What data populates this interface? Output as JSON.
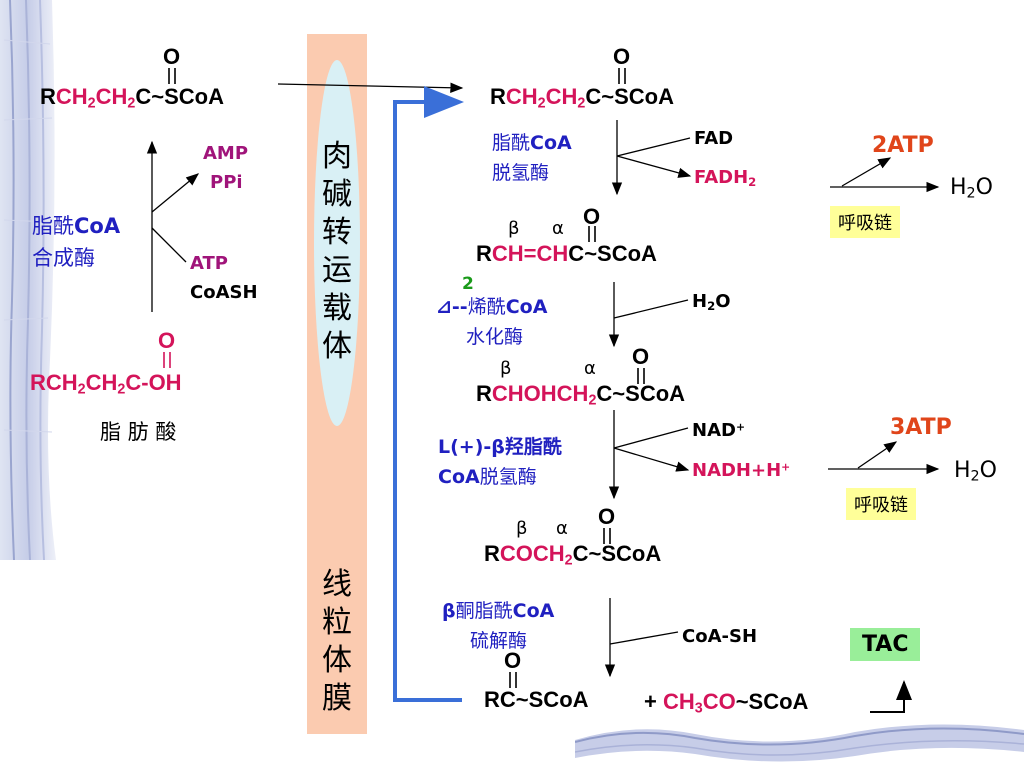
{
  "left": {
    "acyl_o": "O",
    "acyl_R": "R",
    "acyl_ch": "CH",
    "acyl_sub": "2",
    "acyl_c": "C",
    "acyl_tail": "~SCoA",
    "enzyme_line1_cn": "脂酰",
    "enzyme_line1_en": "CoA",
    "enzyme_line2": "合成酶",
    "amp": "AMP",
    "ppi": "PPi",
    "atp": "ATP",
    "coash": "CoASH",
    "fa_o": "O",
    "fa_formula_a": "RCH",
    "fa_formula_b": "CH",
    "fa_formula_c": "C-OH",
    "fa_label": "脂 肪 酸"
  },
  "membrane": {
    "carrier": "肉碱转运载体",
    "label": "线粒体膜"
  },
  "steps": {
    "s1_o": "O",
    "s1_R": "R",
    "s1_ch": "CH",
    "s1_c": "C",
    "s1_tail": "~SCoA",
    "e1_l1_cn": "脂酰",
    "e1_l1_en": "CoA",
    "e1_l2": "脱氢酶",
    "fad": "FAD",
    "fadh": "FADH",
    "atp2": "2ATP",
    "h2o_a": "H",
    "h2o_b": "O",
    "chain1": "呼吸链",
    "beta": "β",
    "alpha": "α",
    "s2_o": "O",
    "s2_R": "R",
    "s2_mid": "CH=CH",
    "s2_c": "C",
    "s2_tail": "~SCoA",
    "delta_num": "2",
    "e2_l1_a": "⊿--",
    "e2_l1_b": "烯酰",
    "e2_l1_c": "CoA",
    "e2_l2": "水化酶",
    "h2o_in_a": "H",
    "h2o_in_b": "O",
    "s3_o": "O",
    "s3_R": "R",
    "s3_mid": "CHOHCH",
    "s3_c": "C",
    "s3_tail": "~SCoA",
    "e3_l1": "L(+)-β羟脂酰",
    "e3_l2_en": "CoA",
    "e3_l2_cn": "脱氢酶",
    "nad": "NAD",
    "nadh": "NADH+H",
    "plus": "+",
    "atp3": "3ATP",
    "chain2": "呼吸链",
    "s4_o": "O",
    "s4_R": "R",
    "s4_mid": "COCH",
    "s4_c": "C",
    "s4_tail": "~SCoA",
    "e4_l1_a": "β",
    "e4_l1_b": "酮脂酰",
    "e4_l1_c": "CoA",
    "e4_l2": "硫解酶",
    "coa_sh": "CoA-SH",
    "tac": "TAC",
    "s5_o": "O",
    "s5_R": "R",
    "s5_c": "C",
    "s5_tail": "~SCoA",
    "prod_plus": "+ ",
    "prod_a": "CH",
    "prod_b": "CO",
    "prod_tail": "~SCoA"
  },
  "colors": {
    "membrane": "#fbcbb0",
    "carrier": "#d9f0f5",
    "loop_arrow": "#3a6fd8",
    "box": "#ffff99",
    "tac_box": "#99ee99"
  }
}
